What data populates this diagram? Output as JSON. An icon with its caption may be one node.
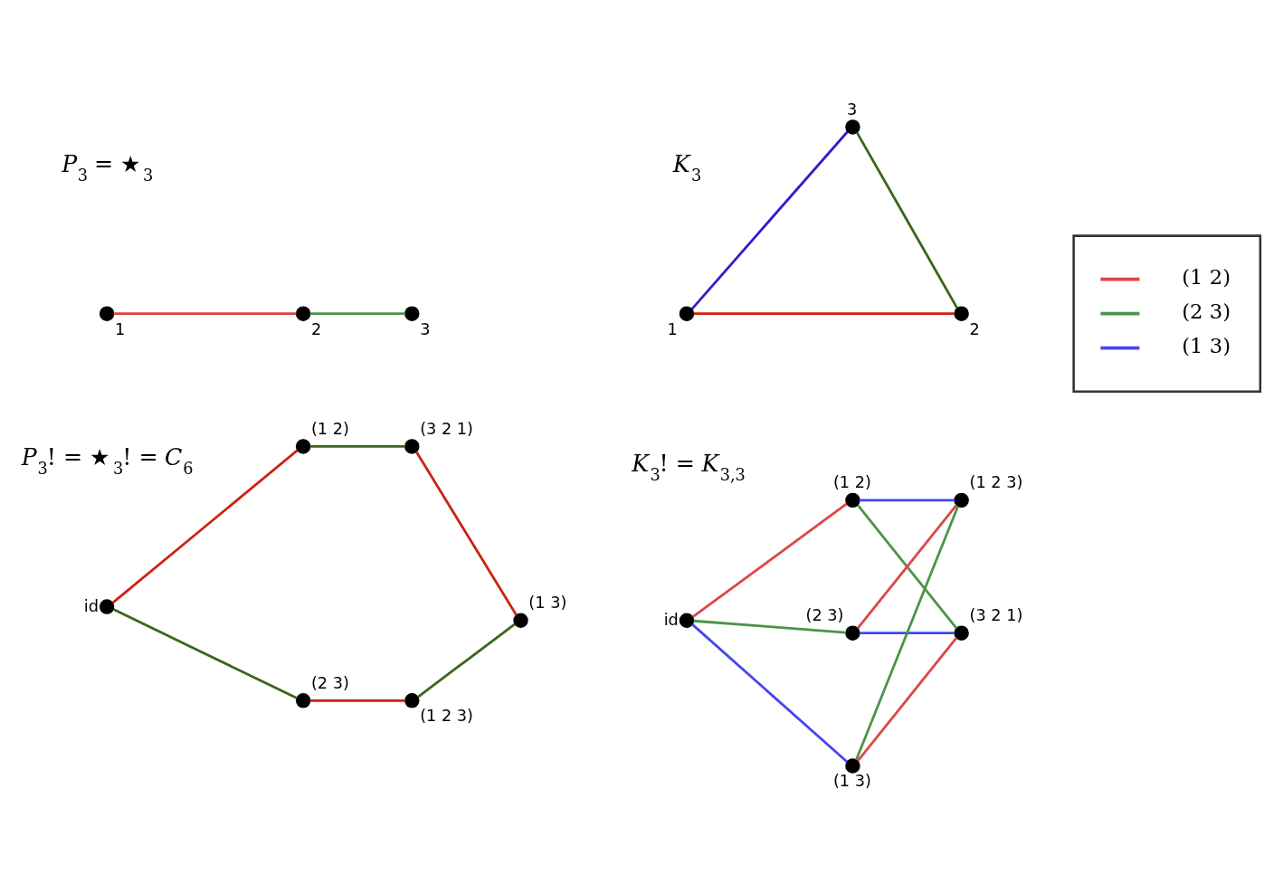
{
  "diagram": {
    "nodes": [
      {
        "text": [],
        "shape": "circle",
        "beside": [
          "1"
        ]
      },
      {
        "text": [],
        "shape": "circle",
        "beside": [
          "2"
        ]
      },
      {
        "text": [],
        "shape": "circle",
        "beside": [
          "3"
        ]
      },
      {
        "text": [],
        "shape": "circle",
        "beside": [
          "3"
        ]
      },
      {
        "text": [],
        "shape": "circle",
        "beside": [
          "1"
        ]
      },
      {
        "text": [],
        "shape": "circle",
        "beside": [
          "2"
        ]
      },
      {
        "text": [],
        "shape": "circle",
        "beside": [
          "(1 2)"
        ]
      },
      {
        "text": [],
        "shape": "circle",
        "beside": [
          "(3 2 1)"
        ]
      },
      {
        "text": [],
        "shape": "circle",
        "beside": [
          "id"
        ]
      },
      {
        "text": [],
        "shape": "circle",
        "beside": [
          "(1 3)"
        ]
      },
      {
        "text": [],
        "shape": "circle",
        "beside": [
          "(2 3)"
        ]
      },
      {
        "text": [],
        "shape": "circle",
        "beside": [
          "(1 2 3)"
        ]
      },
      {
        "text": [],
        "shape": "circle",
        "beside": [
          "(1 2)"
        ]
      },
      {
        "text": [],
        "shape": "circle",
        "beside": [
          "(1 2 3)"
        ]
      },
      {
        "text": [],
        "shape": "circle",
        "beside": [
          "id"
        ]
      },
      {
        "text": [],
        "shape": "circle",
        "beside": [
          "(2 3)"
        ]
      },
      {
        "text": [],
        "shape": "circle",
        "beside": [
          "(3 2 1)"
        ]
      },
      {
        "text": [],
        "shape": "circle",
        "beside": [
          "(1 3)"
        ]
      }
    ],
    "edges": [
      {
        "from": 0,
        "to": 1,
        "arrow": "none",
        "color": "#dd4646"
      },
      {
        "from": 1,
        "to": 2,
        "arrow": "none",
        "color": "#4b9449"
      },
      {
        "from": 4,
        "to": 5,
        "arrow": "none",
        "color": "#cc2211"
      },
      {
        "from": 3,
        "to": 5,
        "arrow": "none",
        "color": "#3b6619"
      },
      {
        "from": 4,
        "to": 3,
        "arrow": "none",
        "color": "#3a18cc"
      },
      {
        "from": 8,
        "to": 6,
        "arrow": "none",
        "color": "#cc2211"
      },
      {
        "from": 6,
        "to": 7,
        "arrow": "none",
        "color": "#3b6619"
      },
      {
        "from": 7,
        "to": 9,
        "arrow": "none",
        "color": "#cc2211"
      },
      {
        "from": 11,
        "to": 9,
        "arrow": "none",
        "color": "#3b6619"
      },
      {
        "from": 10,
        "to": 11,
        "arrow": "none",
        "color": "#cc2211"
      },
      {
        "from": 8,
        "to": 10,
        "arrow": "none",
        "color": "#3b6619"
      },
      {
        "from": 14,
        "to": 12,
        "arrow": "none",
        "color": "#dd4646"
      },
      {
        "from": 14,
        "to": 15,
        "arrow": "none",
        "color": "#4b9449"
      },
      {
        "from": 14,
        "to": 17,
        "arrow": "none",
        "color": "#4646f0"
      },
      {
        "from": 12,
        "to": 13,
        "arrow": "none",
        "color": "#4646f0"
      },
      {
        "from": 12,
        "to": 16,
        "arrow": "none",
        "color": "#4b9449"
      },
      {
        "from": 15,
        "to": 13,
        "arrow": "none",
        "color": "#dd4646"
      },
      {
        "from": 15,
        "to": 16,
        "arrow": "none",
        "color": "#4646f0"
      },
      {
        "from": 17,
        "to": 13,
        "arrow": "none",
        "color": "#4b9449"
      },
      {
        "from": 17,
        "to": 16,
        "arrow": "none",
        "color": "#dd4646"
      }
    ],
    "labels": [
      "*P*$_{3}$ = ★$_{3}$",
      "*K*$_{3}$",
      "*P*$_{3}$! = ★$_{3}$! = *C*$_{6}$",
      "*K*$_{3}$! = *K*$_{3,3}$"
    ],
    "legend": [
      {
        "text": "(1 2)",
        "color": "#dd4646"
      },
      {
        "text": "(2 3)",
        "color": "#4b9449"
      },
      {
        "text": "(1 3)",
        "color": "#4646f0"
      }
    ]
  }
}
